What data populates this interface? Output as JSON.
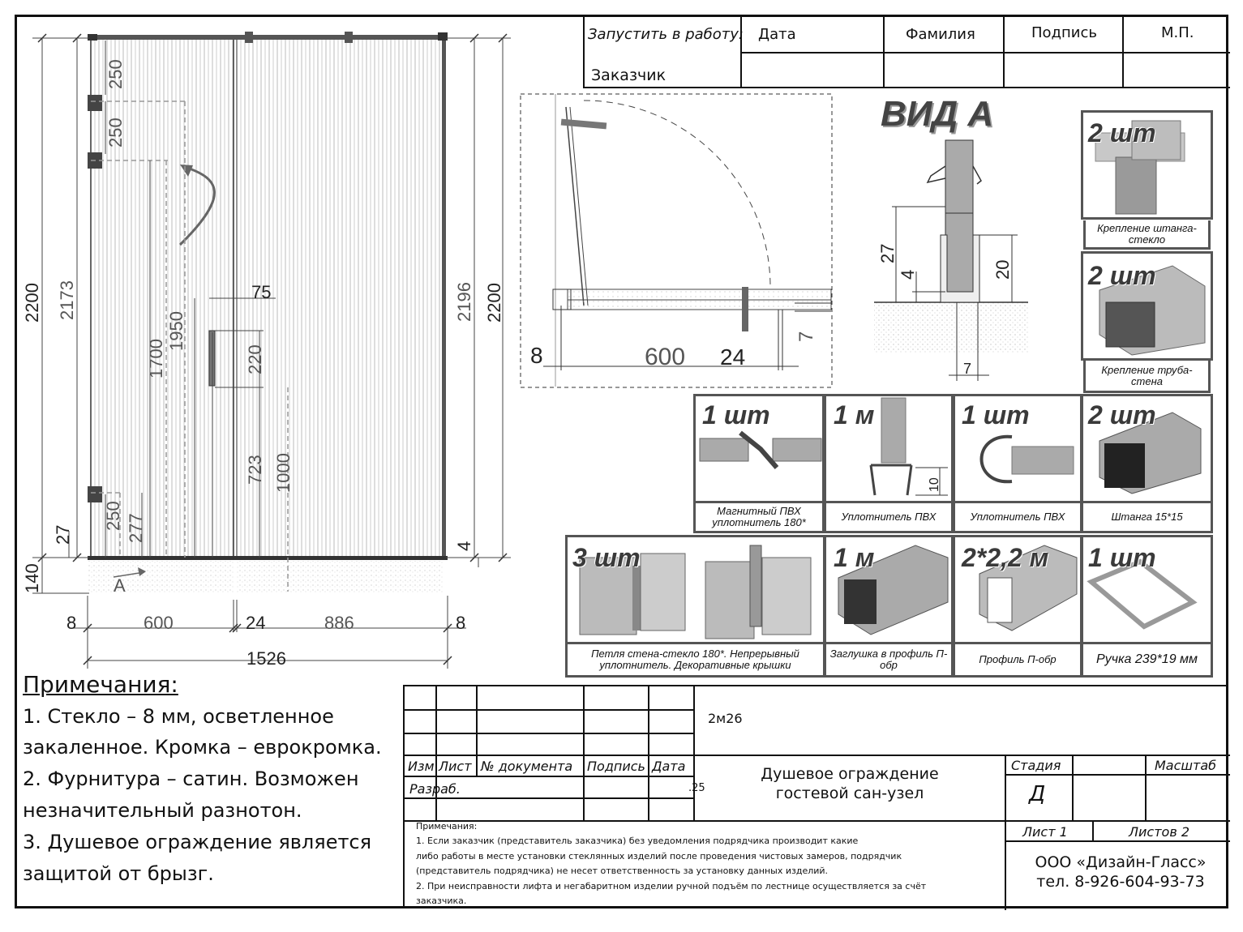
{
  "stamp": {
    "start_label": "Запустить в работу:",
    "date": "Дата",
    "surname": "Фамилия",
    "signature": "Подпись",
    "seal": "М.П.",
    "customer": "Заказчик"
  },
  "front_view": {
    "dims": {
      "height_total_left": "2200",
      "height_2173": "2173",
      "d250_a": "250",
      "d250_b": "250",
      "d1700": "1700",
      "d1950": "1950",
      "d75": "75",
      "d220": "220",
      "d723": "723",
      "d1000": "1000",
      "d250_c": "250",
      "d277": "277",
      "d27": "27",
      "d140": "140",
      "d2196": "2196",
      "height_total_right": "2200",
      "d4": "4",
      "w8_left": "8",
      "w600": "600",
      "w24": "24",
      "w886": "886",
      "w8_right": "8",
      "w1526": "1526",
      "arrow_label": "A"
    }
  },
  "plan_view": {
    "d8": "8",
    "d600": "600",
    "d24": "24",
    "d7": "7"
  },
  "view_a": {
    "title": "ВИД А",
    "d27": "27",
    "d4": "4",
    "d20": "20",
    "d7": "7"
  },
  "parts": [
    {
      "qty": "2 шт",
      "caption": "Крепление штанга-стекло"
    },
    {
      "qty": "2 шт",
      "caption": "Крепление труба-стена"
    },
    {
      "qty": "1 шт",
      "caption": "Магнитный ПВХ уплотнитель 180*"
    },
    {
      "qty": "1 м",
      "caption": "Уплотнитель ПВХ",
      "dim": "10"
    },
    {
      "qty": "1 шт",
      "caption": "Уплотнитель ПВХ"
    },
    {
      "qty": "2 шт",
      "caption": "Штанга 15*15"
    },
    {
      "qty": "3 шт",
      "caption": "Петля стена-стекло 180*. Непрерывный уплотнитель. Декоративные крышки"
    },
    {
      "qty": "1 м",
      "caption": "Заглушка в профиль П-обр"
    },
    {
      "qty": "2*2,2 м",
      "caption": "Профиль П-обр"
    },
    {
      "qty": "1 шт",
      "caption": "Ручка 239*19 мм"
    }
  ],
  "notes": {
    "title": "Примечания:",
    "lines": [
      "1. Стекло – 8 мм, осветленное",
      "закаленное. Кромка – еврокромка.",
      "2. Фурнитура – сатин. Возможен",
      "незначительный разнотон.",
      "3. Душевое ограждение является",
      "защитой от брызг."
    ]
  },
  "title_block": {
    "code": "2м26",
    "headers": [
      "Изм",
      "Лист",
      "№ документа",
      "Подпись",
      "Дата"
    ],
    "developer": "Разраб.",
    "date_value": ".25",
    "title_line1": "Душевое ограждение",
    "title_line2": "гостевой сан-узел",
    "stage_label": "Стадия",
    "stage_value": "Д",
    "scale_label": "Масштаб",
    "sheet": "Лист 1",
    "sheets": "Листов 2",
    "company": "ООО «Дизайн-Гласс»",
    "phone": "тел. 8-926-604-93-73",
    "remarks_title": "Примечания:",
    "remarks": [
      "1. Если заказчик (представитель заказчика) без уведомления подрядчика производит какие",
      "либо работы в месте установки стеклянных изделий после проведения чистовых замеров, подрядчик",
      "(представитель подрядчика) не несет ответственность за установку данных изделий.",
      "2. При неисправности лифта и негабаритном изделии ручной подъём по лестнице осуществляется за счёт",
      "заказчика."
    ]
  }
}
